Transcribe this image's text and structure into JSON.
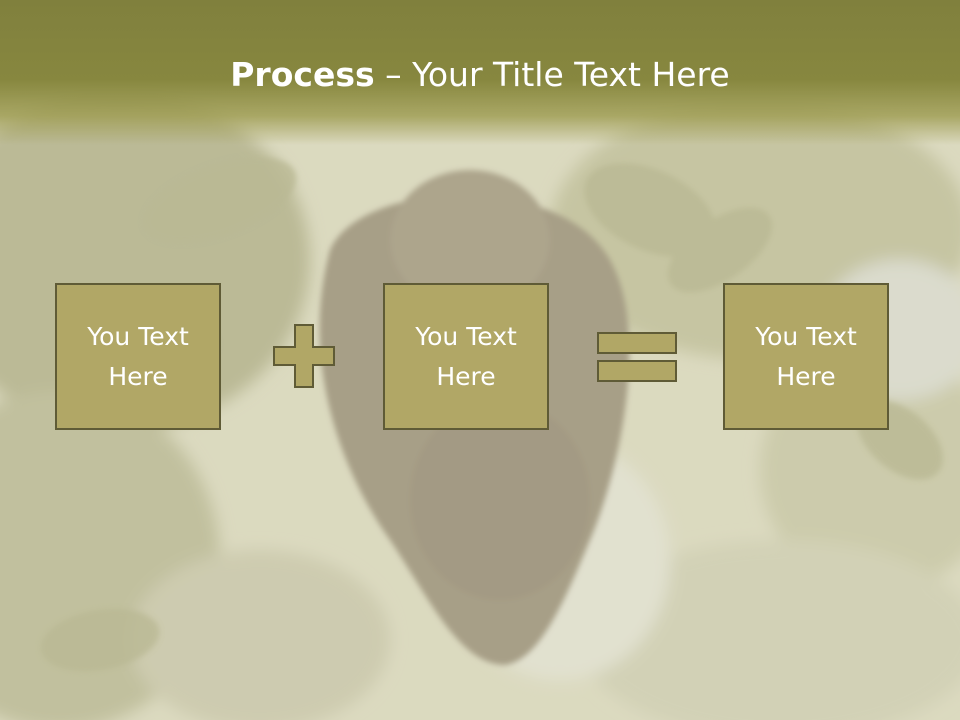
{
  "slide": {
    "title_bold": "Process",
    "title_rest": " – Your Title Text Here",
    "boxes": [
      {
        "label": "You Text Here"
      },
      {
        "label": "You Text Here"
      },
      {
        "label": "You Text Here"
      }
    ],
    "operators": [
      "plus-icon",
      "equals-icon"
    ]
  },
  "colors": {
    "header": "#85853e",
    "box_fill": "#b1a766",
    "box_border": "#5f5b36",
    "operator_fill": "#b1a766"
  }
}
